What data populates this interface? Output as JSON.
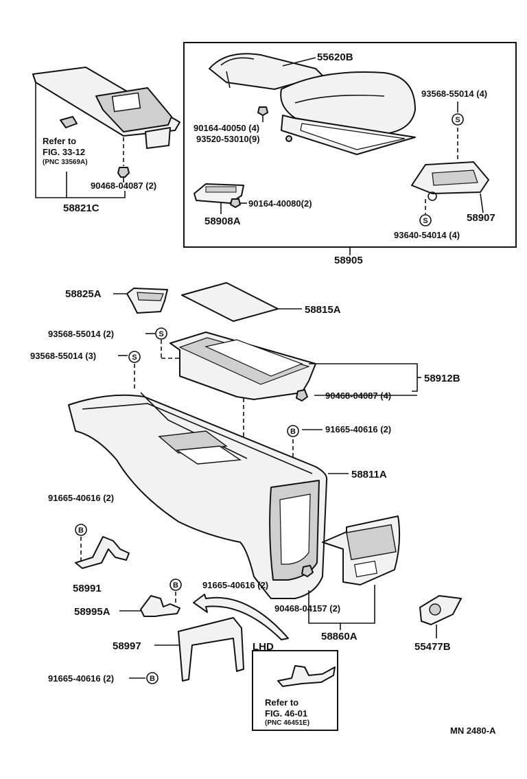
{
  "labels": {
    "p58821C": "58821C",
    "refer1_line1": "Refer to",
    "refer1_line2": "FIG. 33-12",
    "refer1_line3": "(PNC 33569A)",
    "p90468_04087_a": "90468-04087 (2)",
    "p55620B": "55620B",
    "p90164_40050": "90164-40050 (4)",
    "p93520_53010": "93520-53010(9)",
    "p93568_55014_4": "93568-55014 (4)",
    "p58908A": "58908A",
    "p90164_40080": "90164-40080(2)",
    "p58907": "58907",
    "p93640_54014": "93640-54014 (4)",
    "p58905": "58905",
    "p58825A": "58825A",
    "p58815A": "58815A",
    "p93568_55014_2": "93568-55014 (2)",
    "p93568_55014_3": "93568-55014 (3)",
    "p58912B": "58912B",
    "p90468_04087_b": "90468-04087 (4)",
    "p91665_40616_a": "91665-40616 (2)",
    "p58811A": "58811A",
    "p91665_40616_b": "91665-40616 (2)",
    "p58991": "58991",
    "p91665_40616_c": "91665-40616 (2)",
    "p58995A": "58995A",
    "p90468_04157": "90468-04157 (2)",
    "p58860A": "58860A",
    "p55477B": "55477B",
    "p58997": "58997",
    "p91665_40616_d": "91665-40616 (2)",
    "lhd": "LHD",
    "refer2_line1": "Refer to",
    "refer2_line2": "FIG. 46-01",
    "refer2_line3": "(PNC 46451E)",
    "code": "MN 2480-A"
  },
  "badges": {
    "s": "S",
    "b": "B"
  }
}
